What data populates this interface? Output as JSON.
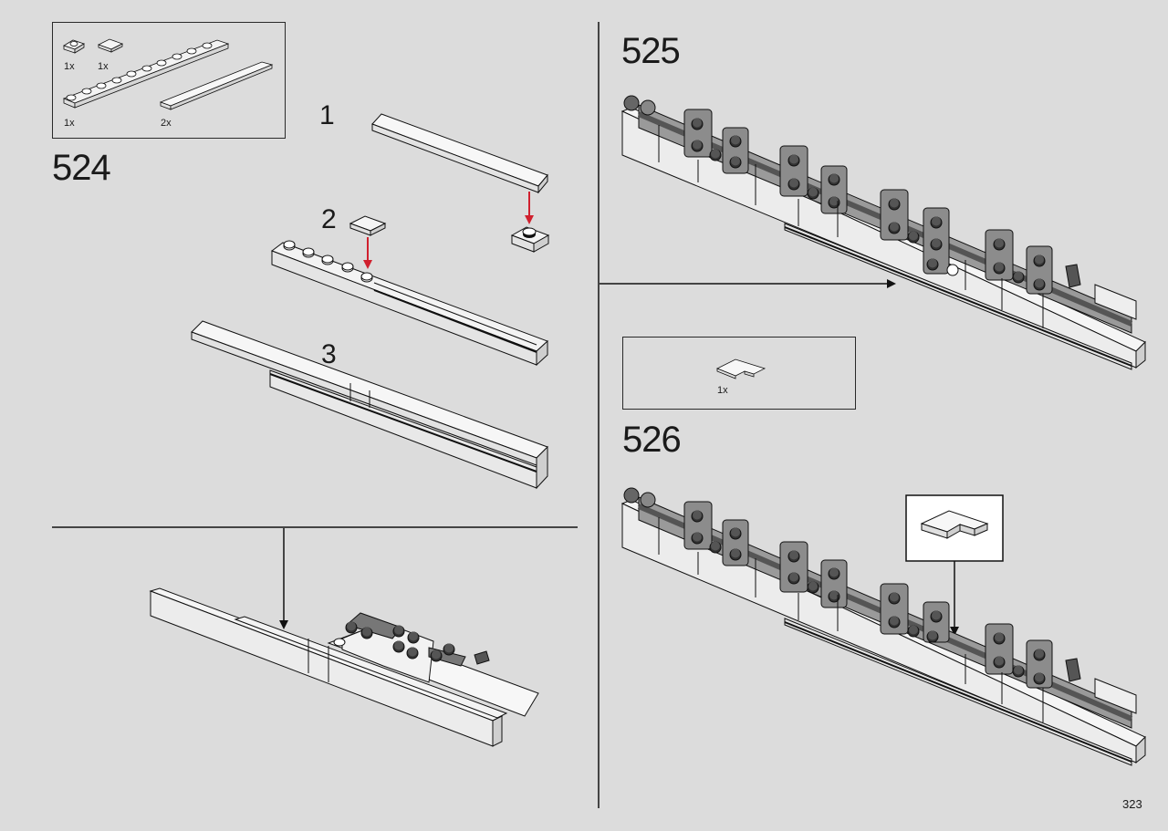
{
  "page": {
    "number": "323"
  },
  "steps": [
    {
      "id": "524",
      "label": "524",
      "parts": [
        {
          "icon": "plate-1x1-icon",
          "qty": "1x"
        },
        {
          "icon": "tile-1x1-icon",
          "qty": "1x"
        },
        {
          "icon": "plate-1x10-icon",
          "qty": "1x"
        },
        {
          "icon": "tile-1x8-icon",
          "qty": "2x"
        }
      ],
      "substeps": [
        "1",
        "2",
        "3"
      ]
    },
    {
      "id": "525",
      "label": "525",
      "parts": []
    },
    {
      "id": "526",
      "label": "526",
      "parts": [
        {
          "icon": "corner-tile-icon",
          "qty": "1x"
        }
      ]
    }
  ],
  "colors": {
    "background": "#dcdcdc",
    "arrow_red": "#d0202e",
    "line": "#1a1a1a",
    "brick_gray": "#8a8a8a"
  }
}
